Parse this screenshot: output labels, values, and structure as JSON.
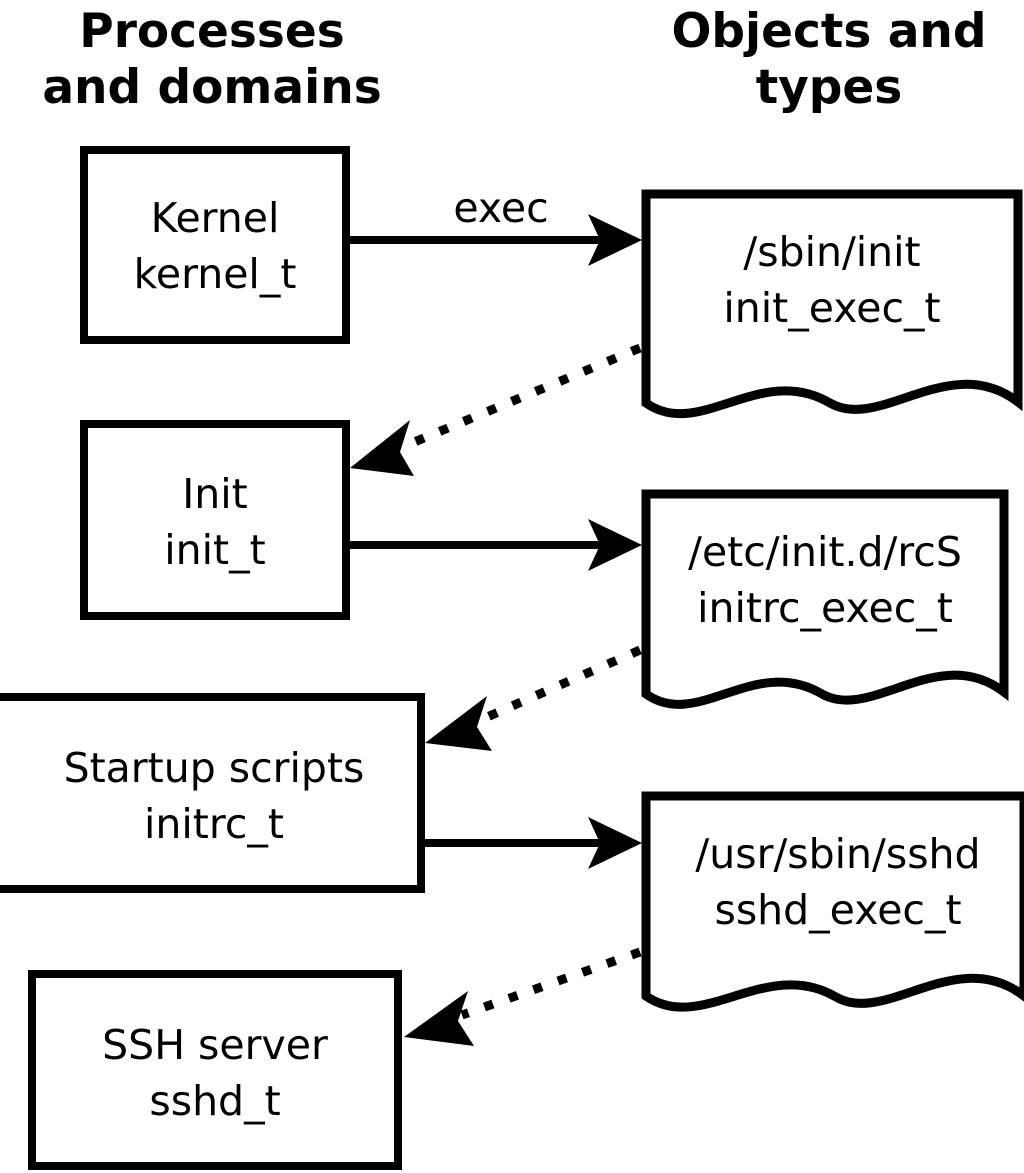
{
  "diagram": {
    "title_columns": {
      "left": {
        "line1": "Processes",
        "line2": "and domains"
      },
      "right": {
        "line1": "Objects and",
        "line2": "types"
      }
    },
    "process_nodes": [
      {
        "id": "kernel",
        "line1": "Kernel",
        "line2": "kernel_t"
      },
      {
        "id": "init",
        "line1": "Init",
        "line2": "init_t"
      },
      {
        "id": "initrc",
        "line1": "Startup scripts",
        "line2": "initrc_t"
      },
      {
        "id": "sshd",
        "line1": "SSH server",
        "line2": "sshd_t"
      }
    ],
    "object_nodes": [
      {
        "id": "init-exec",
        "line1": "/sbin/init",
        "line2": "init_exec_t"
      },
      {
        "id": "initrc-exec",
        "line1": "/etc/init.d/rcS",
        "line2": "initrc_exec_t"
      },
      {
        "id": "sshd-exec",
        "line1": "/usr/sbin/sshd",
        "line2": "sshd_exec_t"
      }
    ],
    "edges": [
      {
        "id": "kernel-exec-init",
        "label": "exec",
        "style": "solid",
        "from": "kernel",
        "to": "init-exec"
      },
      {
        "id": "initexec-to-init",
        "label": "",
        "style": "dotted",
        "from": "init-exec",
        "to": "init"
      },
      {
        "id": "init-exec-initrc",
        "label": "",
        "style": "solid",
        "from": "init",
        "to": "initrc-exec"
      },
      {
        "id": "initrcexec-to-initrc",
        "label": "",
        "style": "dotted",
        "from": "initrc-exec",
        "to": "initrc"
      },
      {
        "id": "initrc-exec-sshd",
        "label": "",
        "style": "solid",
        "from": "initrc",
        "to": "sshd-exec"
      },
      {
        "id": "sshdexec-to-sshd",
        "label": "",
        "style": "dotted",
        "from": "sshd-exec",
        "to": "sshd"
      }
    ],
    "colors": {
      "stroke": "#000000",
      "fill": "#ffffff",
      "text": "#000000"
    }
  }
}
